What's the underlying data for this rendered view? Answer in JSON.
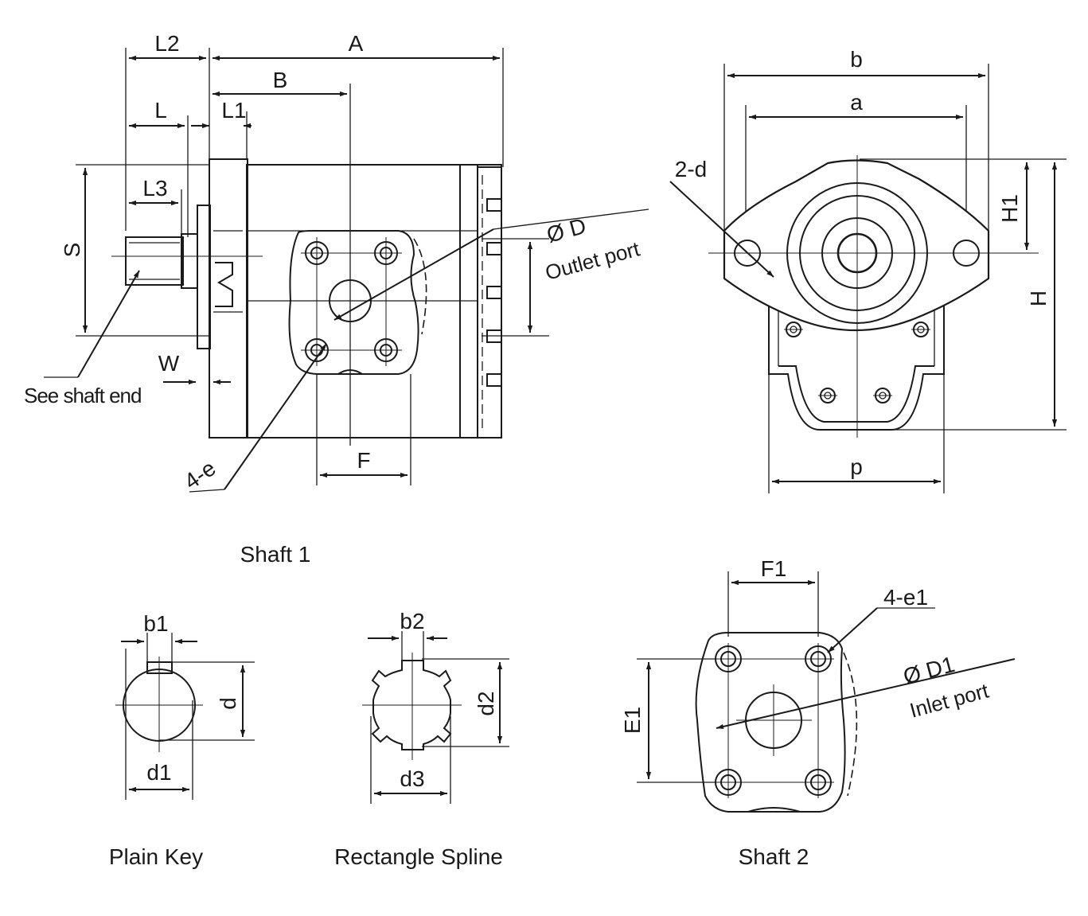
{
  "labels": {
    "L2": "L2",
    "A": "A",
    "B": "B",
    "L": "L",
    "L1": "L1",
    "L3": "L3",
    "S": "S",
    "W": "W",
    "see_shaft_end": "See shaft end",
    "F": "F",
    "four_e": "4-e",
    "od": "Ø D",
    "outlet_port": "Outlet port",
    "b": "b",
    "a": "a",
    "two_d": "2-d",
    "H1": "H1",
    "H": "H",
    "p": "p",
    "shaft1": "Shaft 1",
    "b1": "b1",
    "d": "d",
    "d1": "d1",
    "plain_key": "Plain Key",
    "b2": "b2",
    "d2": "d2",
    "d3": "d3",
    "rectangle_spline": "Rectangle Spline",
    "F1": "F1",
    "four_e1": "4-e1",
    "od1": "Ø D1",
    "inlet_port": "Inlet port",
    "E1": "E1",
    "shaft2": "Shaft 2"
  }
}
